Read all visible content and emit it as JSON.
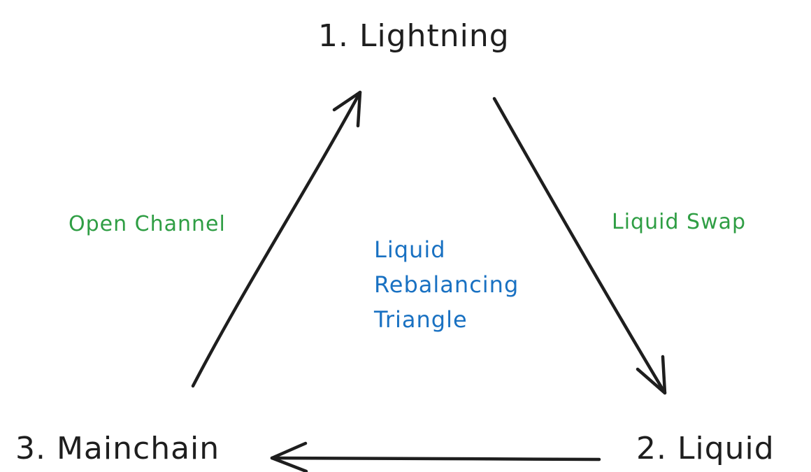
{
  "colors": {
    "node_text": "#1e1e1e",
    "edge_stroke": "#1e1e1e",
    "edge_label": "#2f9e44",
    "center_label": "#1971c2",
    "background": "#ffffff"
  },
  "nodes": {
    "lightning": "1. Lightning",
    "liquid": "2. Liquid",
    "mainchain": "3. Mainchain"
  },
  "edges": {
    "open_channel": "Open Channel",
    "liquid_swap": "Liquid Swap"
  },
  "center": {
    "lines": [
      "Liquid",
      "Rebalancing",
      "Triangle"
    ]
  }
}
